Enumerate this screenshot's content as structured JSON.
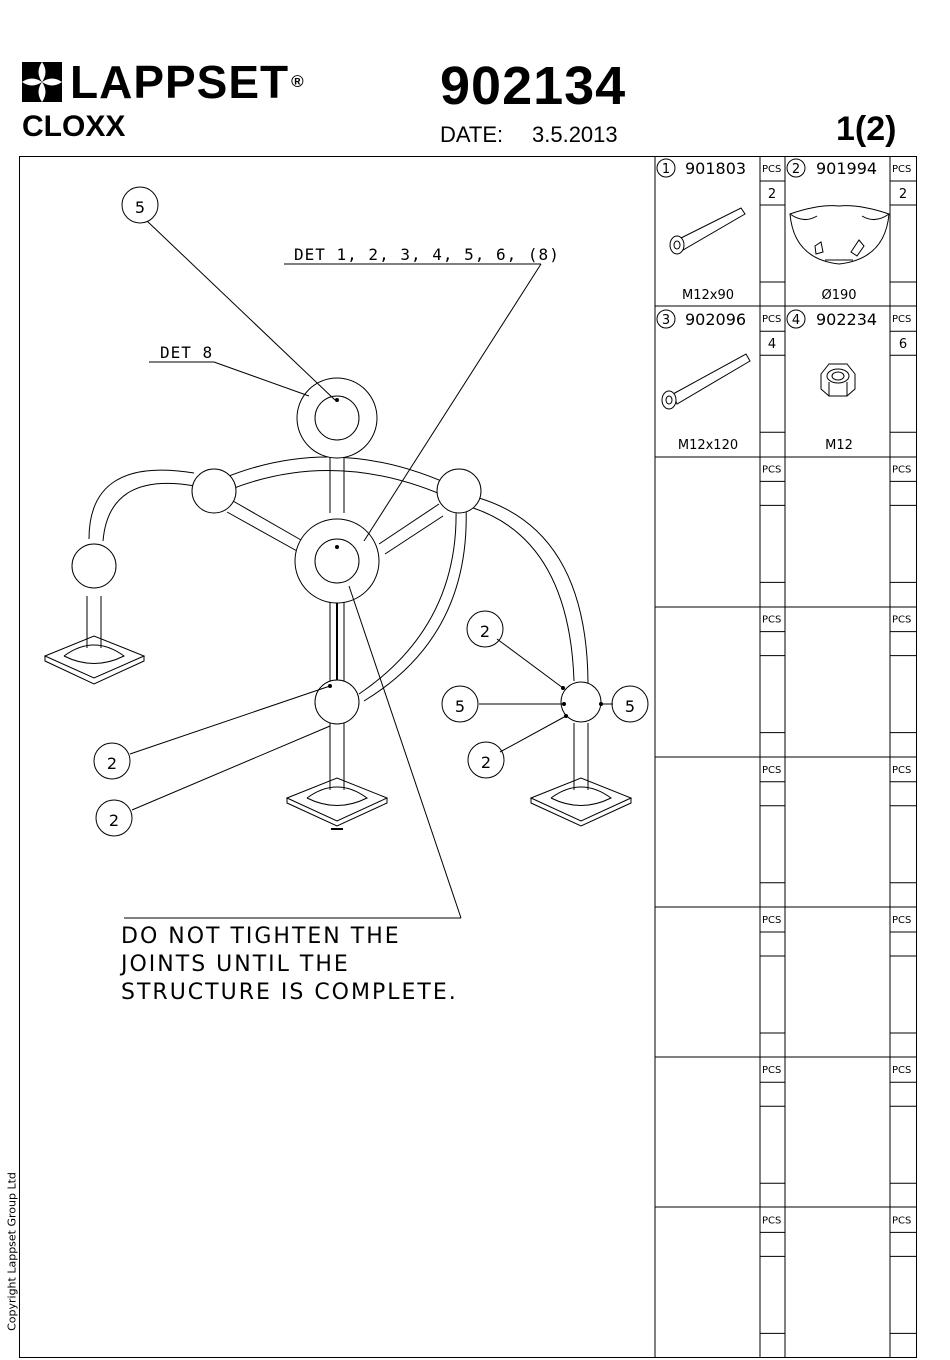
{
  "header": {
    "brand": "LAPPSET",
    "brand_mark": "®",
    "product": "CLOXX",
    "doc_number": "902134",
    "date_label": "DATE:",
    "date_value": "3.5.2013",
    "page": "1(2)"
  },
  "copyright": "Copyright Lappset Group Ltd",
  "drawing": {
    "callouts": [
      {
        "id": "callout-5-top",
        "label": "5"
      },
      {
        "id": "callout-2-mid-right",
        "label": "2"
      },
      {
        "id": "callout-5-left",
        "label": "5"
      },
      {
        "id": "callout-5-right",
        "label": "5"
      },
      {
        "id": "callout-2-low-right",
        "label": "2"
      },
      {
        "id": "callout-2-left-upper",
        "label": "2"
      },
      {
        "id": "callout-2-left-lower",
        "label": "2"
      }
    ],
    "det_main": "DET 1, 2, 3, 4, 5, 6, (8)",
    "det_8": "DET 8",
    "note_lines": [
      "DO NOT TIGHTEN THE",
      "JOINTS UNTIL THE",
      "STRUCTURE IS COMPLETE."
    ]
  },
  "parts": {
    "pcs_label": "PCS",
    "items": [
      {
        "index": "1",
        "code": "901803",
        "qty": "2",
        "spec": "M12x90",
        "icon": "bolt-icon"
      },
      {
        "index": "2",
        "code": "901994",
        "qty": "2",
        "spec": "Ø190",
        "icon": "ball-half-icon"
      },
      {
        "index": "3",
        "code": "902096",
        "qty": "4",
        "spec": "M12x120",
        "icon": "bolt-long-icon"
      },
      {
        "index": "4",
        "code": "902234",
        "qty": "6",
        "spec": "M12",
        "icon": "nut-icon"
      }
    ]
  }
}
